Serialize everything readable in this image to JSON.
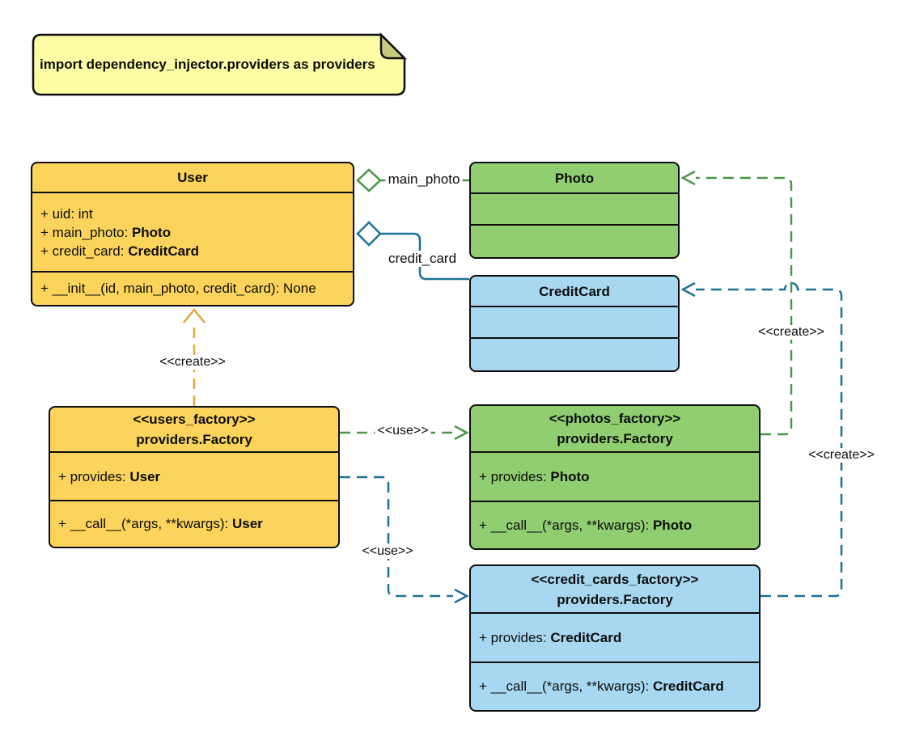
{
  "note": {
    "text": "import dependency_injector.providers as providers"
  },
  "colors": {
    "class_yellow": "#FCD45C",
    "class_green": "#90CE71",
    "class_blue": "#A8D8F1",
    "note_yellow": "#FDFDA6",
    "note_fold": "#C9C97C",
    "edge_green": "#4A9648",
    "edge_blue": "#1E7096",
    "edge_yellow": "#E2A93C",
    "border_black": "#0d0d0d"
  },
  "classes": [
    {
      "id": "user",
      "title": [
        "User"
      ],
      "attributes": [
        [
          {
            "t": "+ uid: int"
          }
        ],
        [
          {
            "t": "+ main_photo: "
          },
          {
            "b": "Photo"
          }
        ],
        [
          {
            "t": "+ credit_card: "
          },
          {
            "b": "CreditCard"
          }
        ]
      ],
      "methods": [
        [
          {
            "t": "+ __init__(id, main_photo, credit_card): None"
          }
        ]
      ]
    },
    {
      "id": "photo",
      "title": [
        "Photo"
      ],
      "attributes": [],
      "methods": []
    },
    {
      "id": "credit-card",
      "title": [
        "CreditCard"
      ],
      "attributes": [],
      "methods": []
    },
    {
      "id": "users-factory",
      "title": [
        "<<users_factory>>",
        "providers.Factory"
      ],
      "attributes": [
        [
          {
            "t": "+ provides: "
          },
          {
            "b": "User"
          }
        ]
      ],
      "methods": [
        [
          {
            "t": "+ __call__(*args, **kwargs): "
          },
          {
            "b": "User"
          }
        ]
      ]
    },
    {
      "id": "photos-factory",
      "title": [
        "<<photos_factory>>",
        "providers.Factory"
      ],
      "attributes": [
        [
          {
            "t": "+ provides: "
          },
          {
            "b": "Photo"
          }
        ]
      ],
      "methods": [
        [
          {
            "t": "+ __call__(*args, **kwargs): "
          },
          {
            "b": "Photo"
          }
        ]
      ]
    },
    {
      "id": "credit-cards-factory",
      "title": [
        "<<credit_cards_factory>>",
        "providers.Factory"
      ],
      "attributes": [
        [
          {
            "t": "+ provides: "
          },
          {
            "b": "CreditCard"
          }
        ]
      ],
      "methods": [
        [
          {
            "t": "+ __call__(*args, **kwargs): "
          },
          {
            "b": "CreditCard"
          }
        ]
      ]
    }
  ],
  "connectors": [
    {
      "id": "user-photo-aggregation",
      "type": "aggregation",
      "from": "User",
      "to": "Photo",
      "label": "main_photo"
    },
    {
      "id": "user-creditcard-aggregation",
      "type": "aggregation",
      "from": "User",
      "to": "CreditCard",
      "label": "credit_card"
    },
    {
      "id": "users-factory-creates-user",
      "type": "create",
      "from": "users_factory",
      "to": "User",
      "label": "<<create>>"
    },
    {
      "id": "users-factory-uses-photos",
      "type": "use",
      "from": "users_factory",
      "to": "photos_factory",
      "label": "<<use>>"
    },
    {
      "id": "users-factory-uses-cards",
      "type": "use",
      "from": "users_factory",
      "to": "credit_cards_factory",
      "label": "<<use>>"
    },
    {
      "id": "photos-factory-creates-photo",
      "type": "create",
      "from": "photos_factory",
      "to": "Photo",
      "label": "<<create>>"
    },
    {
      "id": "cards-factory-creates-card",
      "type": "create",
      "from": "credit_cards_factory",
      "to": "CreditCard",
      "label": "<<create>>"
    }
  ]
}
